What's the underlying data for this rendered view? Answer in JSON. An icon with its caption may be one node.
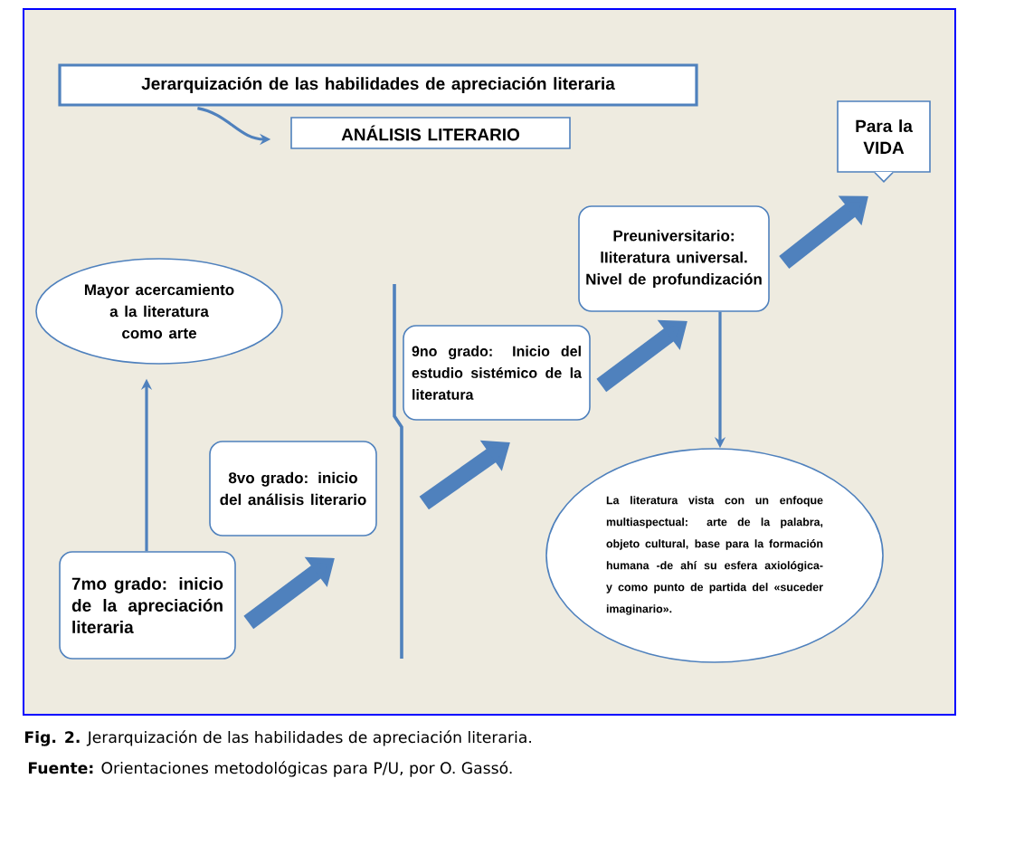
{
  "diagram": {
    "nodes": [
      {
        "text": [
          "Jerarquización de las habilidades de apreciación literaria"
        ]
      },
      {
        "text": [
          "ANÁLISIS LITERARIO"
        ]
      },
      {
        "text": [
          "Para la VIDA"
        ]
      },
      {
        "text": [
          "Mayor acercamiento a la literatura como arte"
        ]
      },
      {
        "text": [
          "7mo grado: inicio de la apreciación literaria"
        ]
      },
      {
        "text": [
          "8vo grado: inicio del análisis literario"
        ]
      },
      {
        "text": [
          "9no grado: Inicio del estudio sistémico de la literatura"
        ]
      },
      {
        "text": [
          "Preuniversitario: lIiteratura universal. Nivel de profundización"
        ]
      },
      {
        "text": [
          "La literatura vista con un enfoque multiaspectual: arte de la palabra, objeto cultural, base para la formación humana -de ahí su esfera axiológica- y como punto de partida del «suceder imaginario»."
        ]
      }
    ],
    "edges": [
      {
        "from": 0,
        "to": 1,
        "arrow": "to"
      },
      {
        "from": 4,
        "to": 3,
        "arrow": "to"
      },
      {
        "from": 4,
        "to": 5,
        "arrow": "to"
      },
      {
        "from": 5,
        "to": 6,
        "arrow": "to"
      },
      {
        "from": 6,
        "to": 7,
        "arrow": "to"
      },
      {
        "from": 7,
        "to": 2,
        "arrow": "to"
      },
      {
        "from": 7,
        "to": 8,
        "arrow": "to"
      }
    ],
    "caption": "**Fig. 2.** Jerarquización de las habilidades de apreciación literaria.",
    "labels": [
      "**Fuente:** Orientaciones metodológicas para P/U, por O. Gassó."
    ]
  }
}
